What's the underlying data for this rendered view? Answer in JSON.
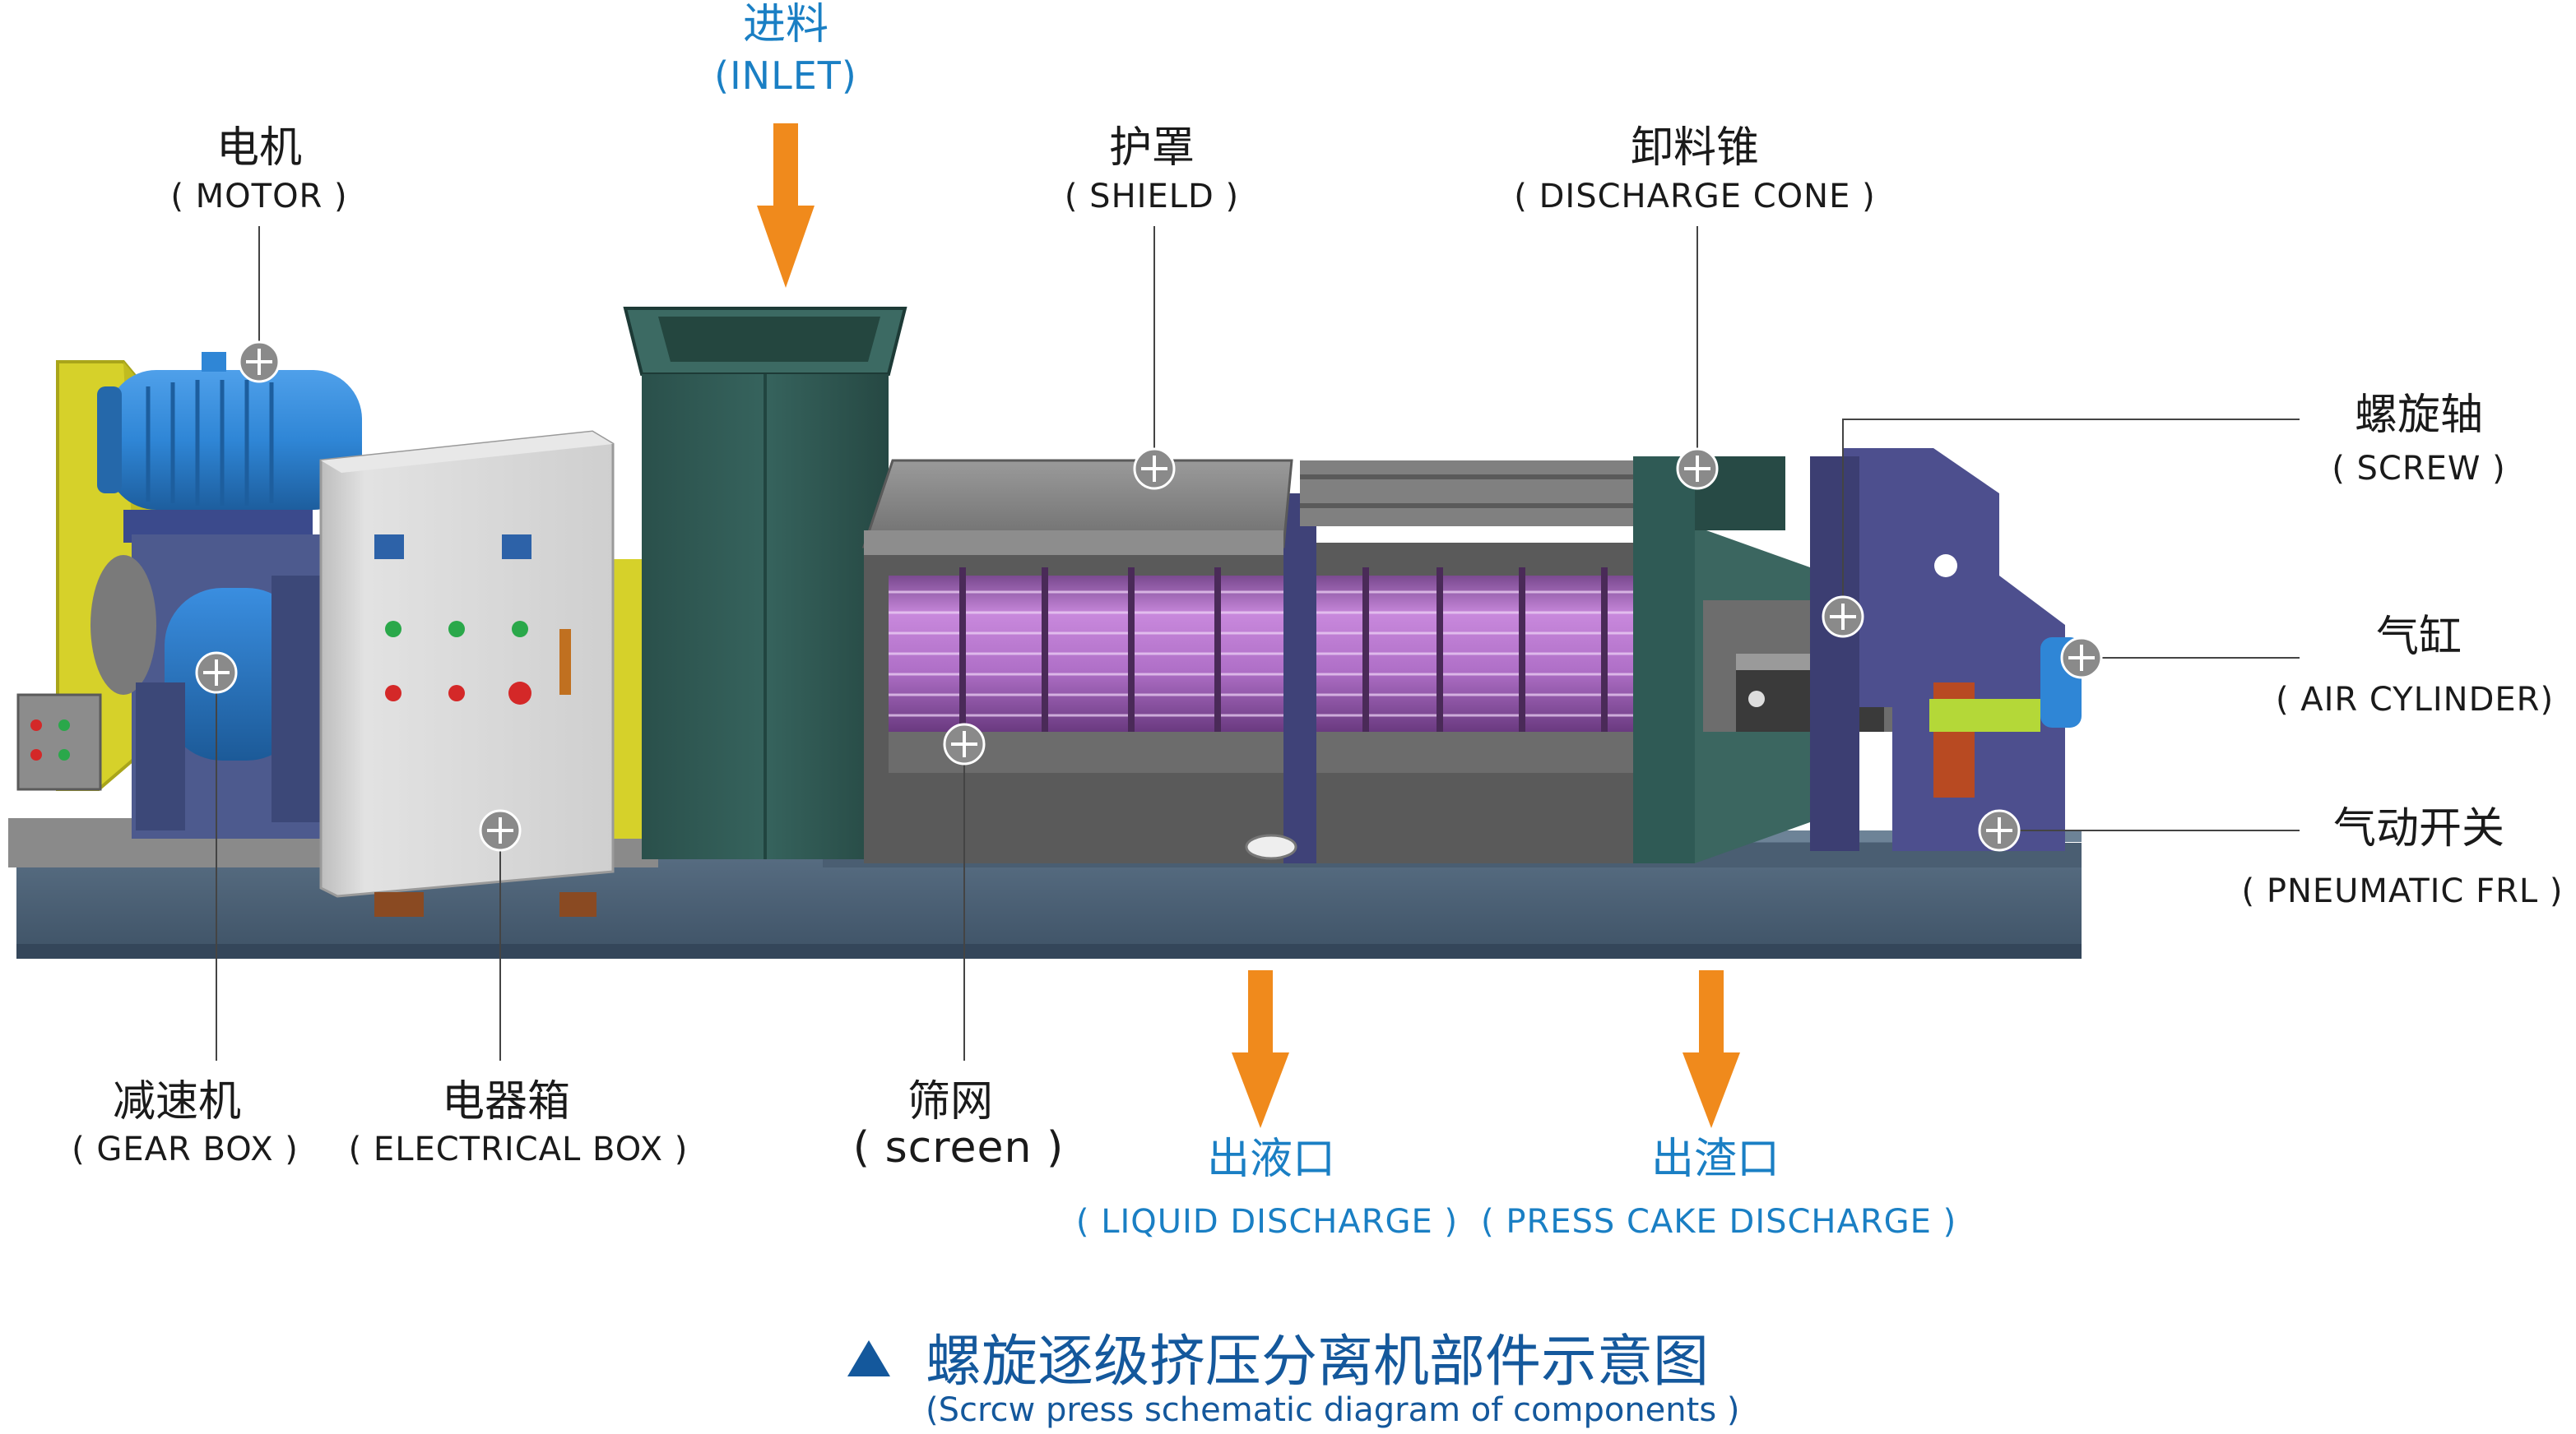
{
  "labels": {
    "inlet": {
      "zh": "进料",
      "en": "(INLET)"
    },
    "motor": {
      "zh": "电机",
      "en": "( MOTOR )"
    },
    "shield": {
      "zh": "护罩",
      "en": "( SHIELD )"
    },
    "discharge_cone": {
      "zh": "卸料锥",
      "en": "( DISCHARGE  CONE )"
    },
    "screw": {
      "zh": "螺旋轴",
      "en": "( SCREW )"
    },
    "air_cylinder": {
      "zh": "气缸",
      "en": "( AIR CYLINDER)"
    },
    "pneumatic_frl": {
      "zh": "气动开关",
      "en": "( PNEUMATIC FRL )"
    },
    "gear_box": {
      "zh": "减速机",
      "en": "( GEAR BOX )"
    },
    "electrical_box": {
      "zh": "电器箱",
      "en": "( ELECTRICAL BOX )"
    },
    "screen": {
      "zh": "筛网",
      "en": "( screen )"
    },
    "liquid_discharge": {
      "zh": "出液口",
      "en": "( LIQUID DISCHARGE )"
    },
    "press_cake_discharge": {
      "zh": "出渣口",
      "en": "( PRESS CAKE DISCHARGE )"
    }
  },
  "caption": {
    "zh": "螺旋逐级挤压分离机部件示意图",
    "en": "(Scrcw press schematic diagram of components )"
  },
  "colors": {
    "arrow": "#f08a1c",
    "label_blue": "#1a7fc4",
    "caption_blue": "#14589c",
    "frame": "#4f6478",
    "screen": "#b070c8",
    "motor": "#2f86d6",
    "hopper": "#2f5a55",
    "belt_guard": "#d6d12a",
    "cabinet": "#d8d8d8",
    "shield": "#8a8a8a",
    "end_frame": "#4d4f8e"
  }
}
